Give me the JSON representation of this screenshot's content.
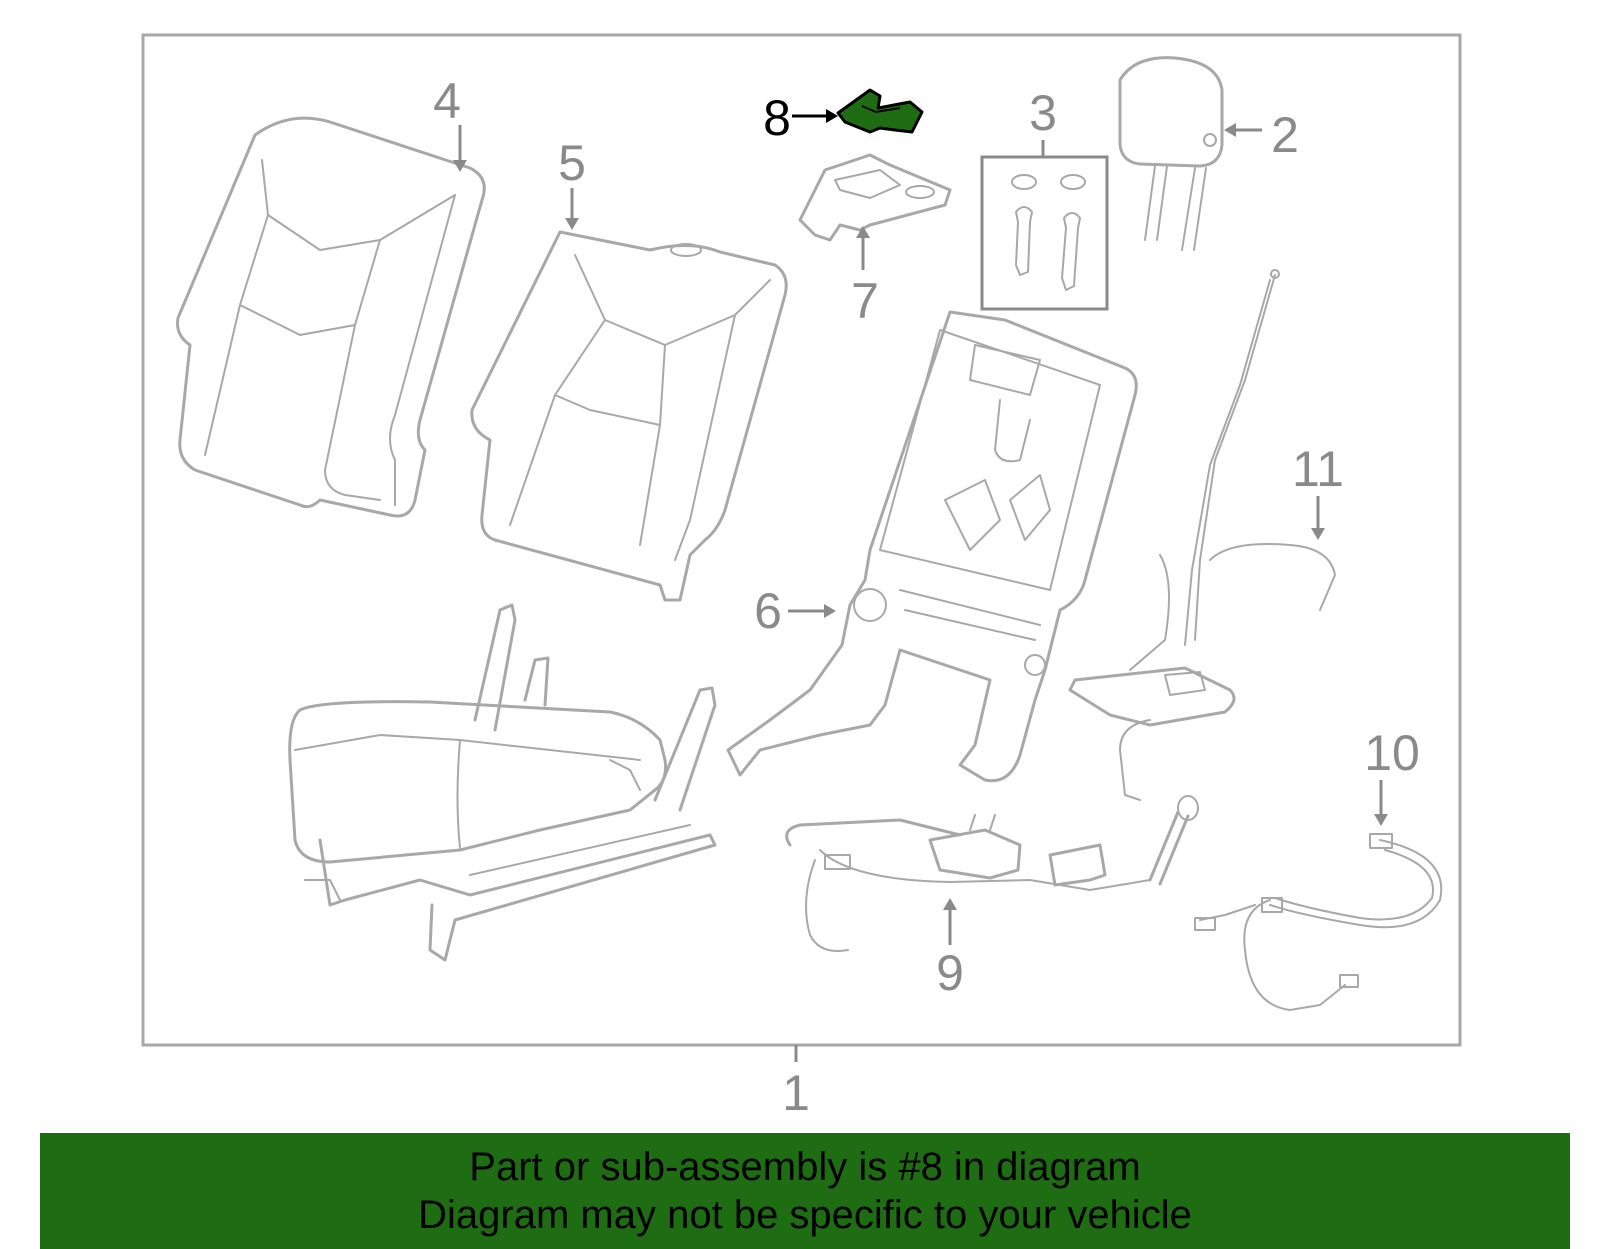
{
  "diagram": {
    "highlight_color": "#1f6d12",
    "line_color": "#a8a8a8",
    "highlighted_part": "8",
    "callouts": {
      "c1": "1",
      "c2": "2",
      "c3": "3",
      "c4": "4",
      "c5": "5",
      "c6": "6",
      "c7": "7",
      "c8": "8",
      "c9": "9",
      "c10": "10",
      "c11": "11"
    }
  },
  "banner": {
    "line1": "Part or sub-assembly is #8 in diagram",
    "line2": "Diagram may not be specific to your vehicle",
    "background": "#1f6d12"
  }
}
